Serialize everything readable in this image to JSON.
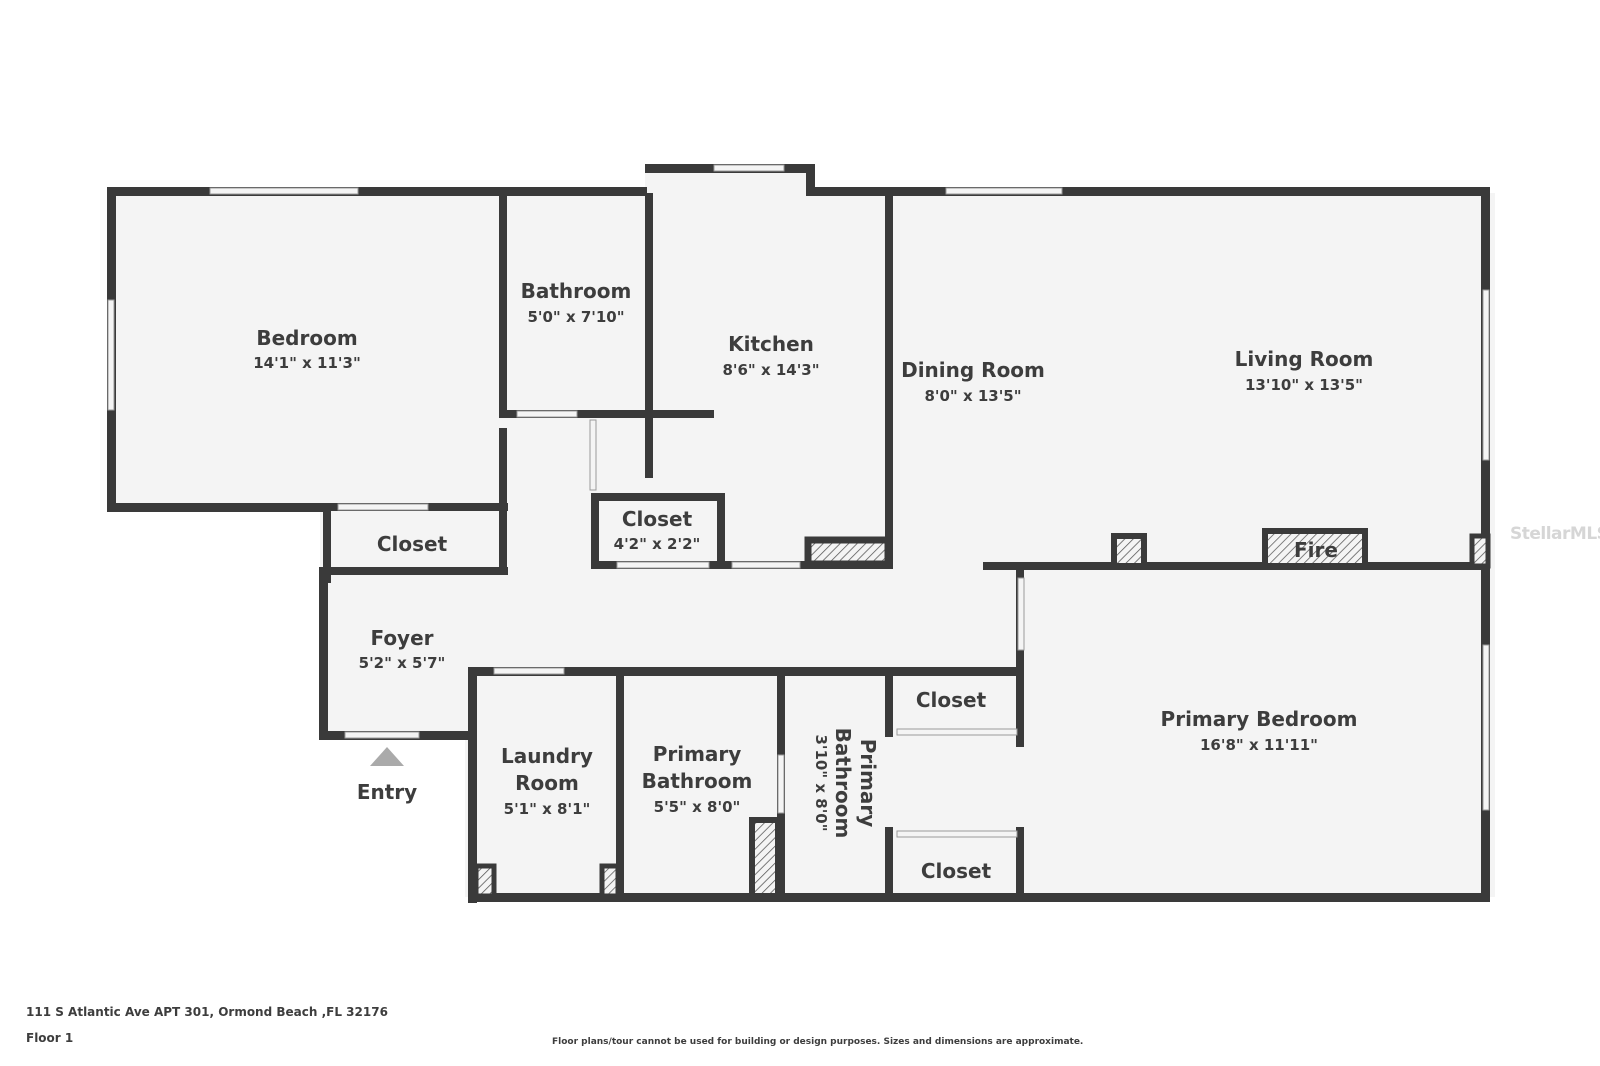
{
  "rooms": {
    "bedroom": {
      "name": "Bedroom",
      "dims": "14'1\" x 11'3\""
    },
    "bathroom": {
      "name": "Bathroom",
      "dims": "5'0\" x 7'10\""
    },
    "kitchen": {
      "name": "Kitchen",
      "dims": "8'6\" x 14'3\""
    },
    "dining_room": {
      "name": "Dining Room",
      "dims": "8'0\" x 13'5\""
    },
    "living_room": {
      "name": "Living Room",
      "dims": "13'10\" x 13'5\""
    },
    "closet_bedroom": {
      "name": "Closet"
    },
    "closet_hall": {
      "name": "Closet",
      "dims": "4'2\" x 2'2\""
    },
    "foyer": {
      "name": "Foyer",
      "dims": "5'2\" x 5'7\""
    },
    "laundry_room": {
      "name_line1": "Laundry",
      "name_line2": "Room",
      "dims": "5'1\" x 8'1\""
    },
    "primary_bathroom_a": {
      "name_line1": "Primary",
      "name_line2": "Bathroom",
      "dims": "5'5\" x 8'0\""
    },
    "primary_bathroom_b": {
      "name_line1": "Primary",
      "name_line2": "Bathroom",
      "dims": "3'10\" x 8'0\""
    },
    "closet_primary_top": {
      "name": "Closet"
    },
    "closet_primary_bottom": {
      "name": "Closet"
    },
    "primary_bedroom": {
      "name": "Primary Bedroom",
      "dims": "16'8\" x 11'11\""
    }
  },
  "fireplace_label": "Fire",
  "entry_label": "Entry",
  "footer": {
    "address": "111 S Atlantic Ave APT 301, Ormond Beach ,FL 32176",
    "floor": "Floor 1",
    "disclaimer": "Floor plans/tour cannot be used for building or design purposes. Sizes and dimensions are approximate."
  },
  "watermark": "StellarMLS",
  "colors": {
    "wall": "#3a3a3a",
    "floor": "#f4f4f4",
    "text": "#3d3d3d"
  }
}
